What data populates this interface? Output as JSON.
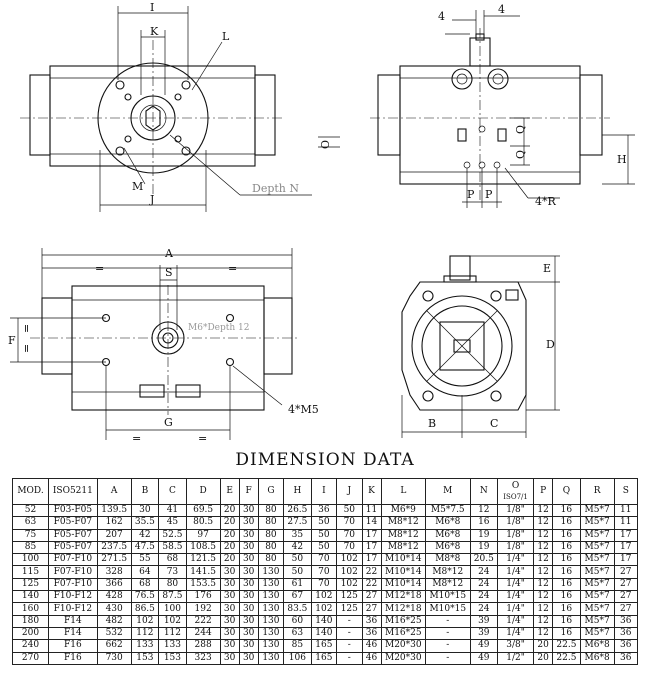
{
  "title": "DIMENSION DATA",
  "drawing": {
    "labels": {
      "I": "I",
      "K": "K",
      "L": "L",
      "M": "M",
      "J": "J",
      "depth": "Depth N",
      "four_top": "4",
      "four_right": "4",
      "O": "O",
      "Q1": "Q",
      "Q2": "Q",
      "H": "H",
      "P1": "P",
      "P2": "P",
      "R": "4*R",
      "A": "A",
      "S": "S",
      "F": "F",
      "G": "G",
      "m5": "4*M5",
      "m6": "M6*Depth 12",
      "E": "E",
      "D": "D",
      "B": "B",
      "C": "C",
      "eq": "="
    }
  },
  "table": {
    "headers": [
      "MOD.",
      "ISO5211",
      "A",
      "B",
      "C",
      "D",
      "E",
      "F",
      "G",
      "H",
      "I",
      "J",
      "K",
      "L",
      "M",
      "N",
      "O",
      "P",
      "Q",
      "R",
      "S"
    ],
    "o_sub": "ISO7/1",
    "rows": [
      [
        "52",
        "F03-F05",
        "139.5",
        "30",
        "41",
        "69.5",
        "20",
        "30",
        "80",
        "26.5",
        "36",
        "50",
        "11",
        "M6*9",
        "M5*7.5",
        "12",
        "1/8\"",
        "12",
        "16",
        "M5*7",
        "11"
      ],
      [
        "63",
        "F05-F07",
        "162",
        "35.5",
        "45",
        "80.5",
        "20",
        "30",
        "80",
        "27.5",
        "50",
        "70",
        "14",
        "M8*12",
        "M6*8",
        "16",
        "1/8\"",
        "12",
        "16",
        "M5*7",
        "11"
      ],
      [
        "75",
        "F05-F07",
        "207",
        "42",
        "52.5",
        "97",
        "20",
        "30",
        "80",
        "35",
        "50",
        "70",
        "17",
        "M8*12",
        "M6*8",
        "19",
        "1/8\"",
        "12",
        "16",
        "M5*7",
        "17"
      ],
      [
        "85",
        "F05-F07",
        "237.5",
        "47.5",
        "58.5",
        "108.5",
        "20",
        "30",
        "80",
        "42",
        "50",
        "70",
        "17",
        "M8*12",
        "M6*8",
        "19",
        "1/8\"",
        "12",
        "16",
        "M5*7",
        "17"
      ],
      [
        "100",
        "F07-F10",
        "271.5",
        "55",
        "68",
        "121.5",
        "20",
        "30",
        "80",
        "50",
        "70",
        "102",
        "17",
        "M10*14",
        "M8*8",
        "20.5",
        "1/4\"",
        "12",
        "16",
        "M5*7",
        "17"
      ],
      [
        "115",
        "F07-F10",
        "328",
        "64",
        "73",
        "141.5",
        "30",
        "30",
        "130",
        "50",
        "70",
        "102",
        "22",
        "M10*14",
        "M8*12",
        "24",
        "1/4\"",
        "12",
        "16",
        "M5*7",
        "27"
      ],
      [
        "125",
        "F07-F10",
        "366",
        "68",
        "80",
        "153.5",
        "30",
        "30",
        "130",
        "61",
        "70",
        "102",
        "22",
        "M10*14",
        "M8*12",
        "24",
        "1/4\"",
        "12",
        "16",
        "M5*7",
        "27"
      ],
      [
        "140",
        "F10-F12",
        "428",
        "76.5",
        "87.5",
        "176",
        "30",
        "30",
        "130",
        "67",
        "102",
        "125",
        "27",
        "M12*18",
        "M10*15",
        "24",
        "1/4\"",
        "12",
        "16",
        "M5*7",
        "27"
      ],
      [
        "160",
        "F10-F12",
        "430",
        "86.5",
        "100",
        "192",
        "30",
        "30",
        "130",
        "83.5",
        "102",
        "125",
        "27",
        "M12*18",
        "M10*15",
        "24",
        "1/4\"",
        "12",
        "16",
        "M5*7",
        "27"
      ],
      [
        "180",
        "F14",
        "482",
        "102",
        "102",
        "222",
        "30",
        "30",
        "130",
        "60",
        "140",
        "-",
        "36",
        "M16*25",
        "-",
        "39",
        "1/4\"",
        "12",
        "16",
        "M5*7",
        "36"
      ],
      [
        "200",
        "F14",
        "532",
        "112",
        "112",
        "244",
        "30",
        "30",
        "130",
        "63",
        "140",
        "-",
        "36",
        "M16*25",
        "-",
        "39",
        "1/4\"",
        "12",
        "16",
        "M5*7",
        "36"
      ],
      [
        "240",
        "F16",
        "662",
        "133",
        "133",
        "288",
        "30",
        "30",
        "130",
        "85",
        "165",
        "-",
        "46",
        "M20*30",
        "-",
        "49",
        "3/8\"",
        "20",
        "22.5",
        "M6*8",
        "36"
      ],
      [
        "270",
        "F16",
        "730",
        "153",
        "153",
        "323",
        "30",
        "30",
        "130",
        "106",
        "165",
        "-",
        "46",
        "M20*30",
        "-",
        "49",
        "1/2\"",
        "20",
        "22.5",
        "M6*8",
        "36"
      ]
    ]
  }
}
